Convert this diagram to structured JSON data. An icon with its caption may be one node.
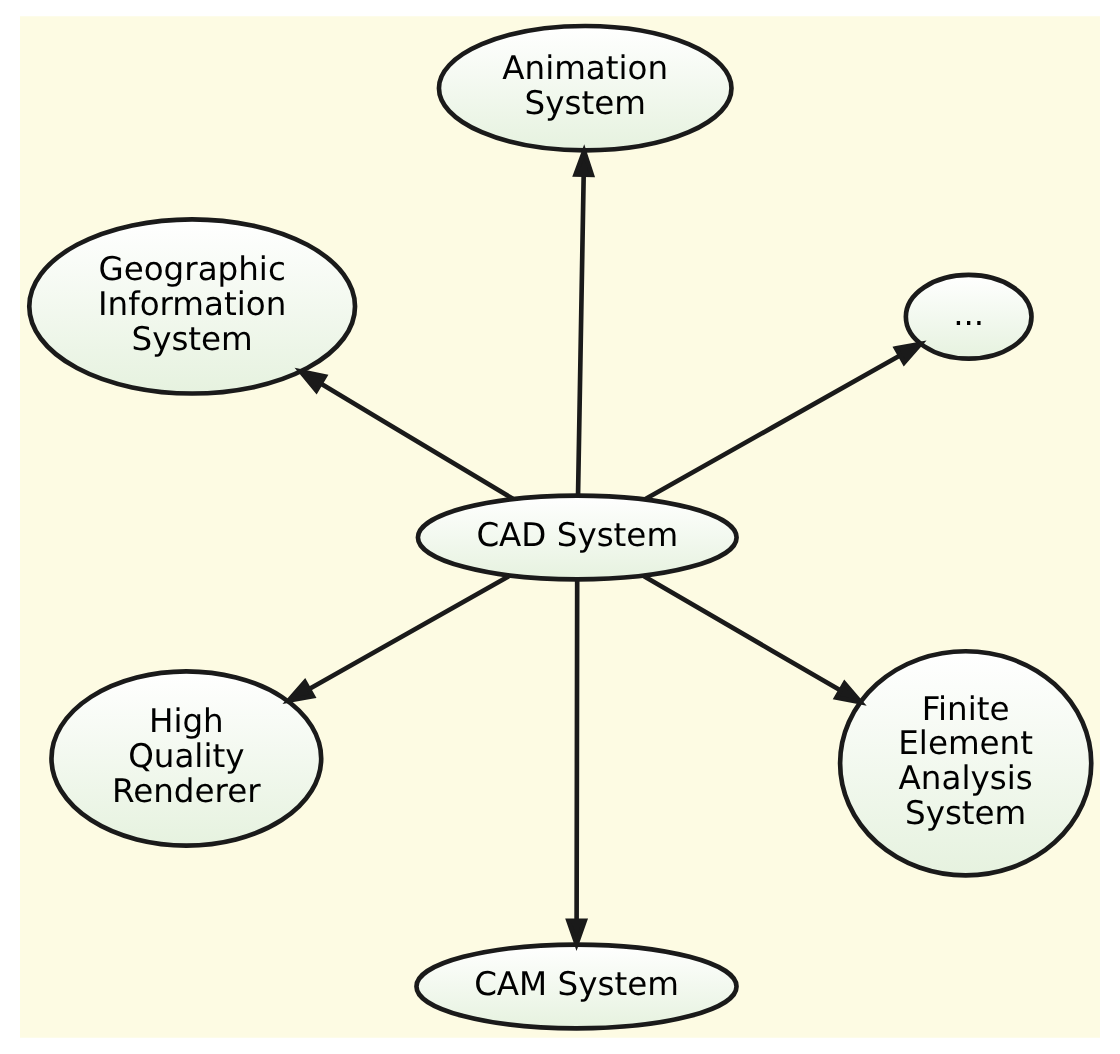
{
  "diagram": {
    "nodes": [
      {
        "text": [
          "CAD System"
        ]
      },
      {
        "text": [
          "Finite Element Analysis System"
        ]
      },
      {
        "text": [
          "CAM System"
        ]
      },
      {
        "text": [
          "Geographic Information System"
        ]
      },
      {
        "text": [
          "..."
        ]
      },
      {
        "text": [
          "Animation System"
        ]
      },
      {
        "text": [
          "High Quality Renderer"
        ]
      }
    ],
    "edges": [
      {
        "from": 0,
        "to": 1,
        "arrow": "to"
      },
      {
        "from": 0,
        "to": 2,
        "arrow": "to"
      },
      {
        "from": 0,
        "to": 3,
        "arrow": "to"
      },
      {
        "from": 0,
        "to": 4,
        "arrow": "to"
      },
      {
        "from": 0,
        "to": 5,
        "arrow": "to"
      },
      {
        "from": 0,
        "to": 6,
        "arrow": "to"
      }
    ]
  }
}
